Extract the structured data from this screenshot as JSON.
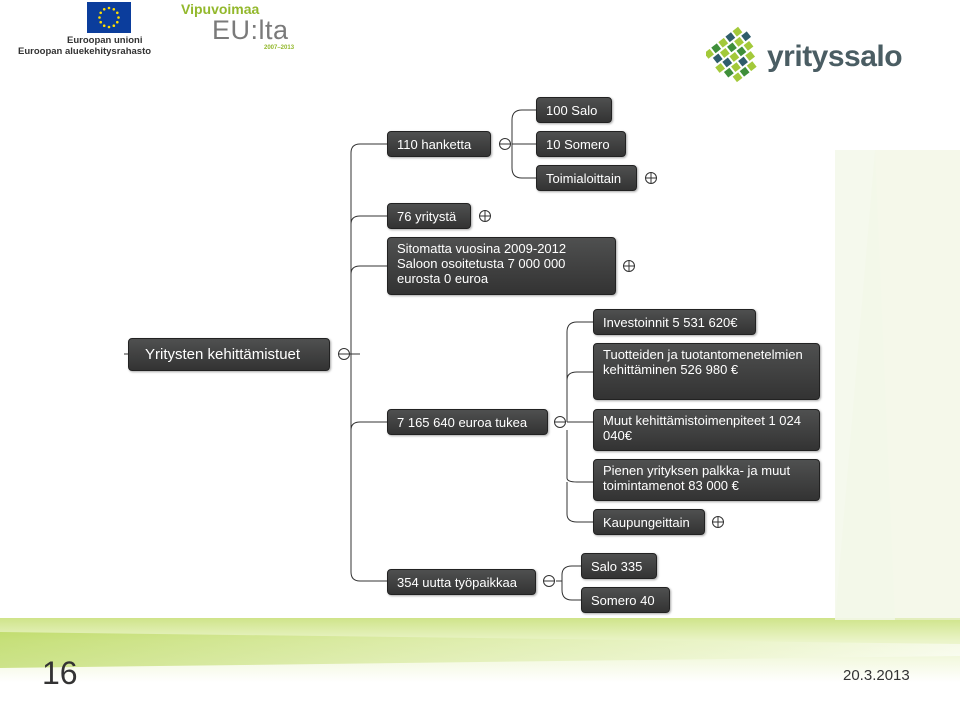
{
  "logos": {
    "eu_line1": "Euroopan unioni",
    "eu_line2": "Euroopan aluekehitysrahasto",
    "vipuvoimaa_title": "Vipuvoimaa",
    "vipuvoimaa_main": "EU:lta",
    "vipuvoimaa_years": "2007–2013",
    "yrityssalo": "yrityssalo"
  },
  "diagram": {
    "root": "Yritysten kehittämistuet",
    "hankkeet": "110 hanketta",
    "salo_hankkeet": "100 Salo",
    "somero_hankkeet": "10 Somero",
    "toimialoittain": "Toimialoittain",
    "yrityksia": "76 yritystä",
    "sitomatta": "Sitomatta vuosina 2009-2012 Saloon osoitetusta 7 000 000 eurosta 0 euroa",
    "tuki": "7 165 640 euroa tukea",
    "investoinnit": "Investoinnit 5 531 620€",
    "tuotteiden": "Tuotteiden ja tuotantomenetelmien kehittäminen 526 980 €",
    "muut": "Muut kehittämistoimenpiteet 1 024 040€",
    "pienen": "Pienen yrityksen palkka- ja muut toimintamenot 83 000 €",
    "kaupungeittain": "Kaupungeittain",
    "tyopaikat": "354 uutta työpaikkaa",
    "salo_tyopaikat": "Salo 335",
    "somero_tyopaikat": "Somero 40"
  },
  "footer": {
    "slide_number": "16",
    "date": "20.3.2013"
  },
  "colors": {
    "node_background": "#3a3a3a",
    "connector": "#333333",
    "brand_green": "#93b82c",
    "eu_blue": "#0b3d9c",
    "eu_star": "#ffdd00"
  },
  "icons": [
    "eu-flag-icon",
    "yrityssalo-logo-icon",
    "expand-plus-icon",
    "collapse-minus-icon"
  ]
}
